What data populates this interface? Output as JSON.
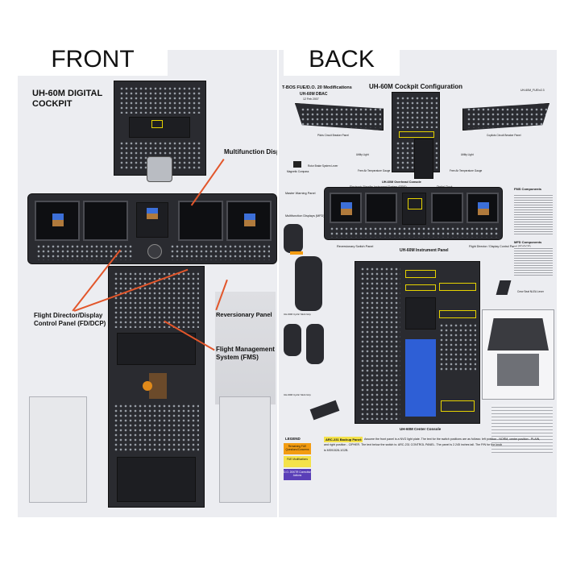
{
  "front": {
    "banner": "FRONT",
    "title_line1": "UH-60M DIGITAL",
    "title_line2": "COCKPIT",
    "labels": {
      "mfd": "Multifunction Displ",
      "fd_dcp_line1": "Flight Director/Display",
      "fd_dcp_line2": "Control Panel (FD/DCP)",
      "reversionary": "Reversionary Panel",
      "fms_line1": "Flight Management",
      "fms_line2": "System (FMS)"
    }
  },
  "back": {
    "banner": "BACK",
    "header_left": "T-BOS FUE/D.O. 20 Modifications",
    "header_sub": "UH-60M DBAC",
    "header_date": "12 Feb 2007",
    "title": "UH-60M Cockpit Configuration",
    "header_right": "UH-60M_FUE/v2.3",
    "captions": {
      "pilot_cb": "Pilots Circuit Breaker Panel",
      "copilot_cb": "Copilots Circuit Breaker Panel",
      "magnetic_compass": "Magnetic Compass",
      "rotor_brake": "Rotor Brake System Lever",
      "utility_light_left": "Utility Light",
      "utility_light_right": "Utility Light",
      "free_air_left": "Free Air Temperature Gauge",
      "free_air_right": "Free Air Temperature Gauge",
      "overhead_console": "UH-60M Overhead Console",
      "esis": "Electronic Standby Instrument System (ESIS)",
      "digital_clock": "Digital Clock",
      "master_warning": "Master Warning Panel",
      "mfd": "Multifunction Displays (MFD)",
      "reversionary_switch": "Reversionary Switch Panel",
      "instrument_panel": "UH-60M Instrument Panel",
      "fd_dcp": "Flight Director / Display Control Panel (FD/DCP)",
      "fms_components": "FMS Components",
      "mfd_components": "MFD Components",
      "collective_grip": "UH-60M Cyclic Stick Grip",
      "cyclic_grip": "UH-60M Cyclic Stick Grip",
      "case_seat": "Crew Seat NLEA Lever",
      "center_console": "UH-60M Center Console"
    },
    "legend": {
      "title": "LEGEND",
      "items": [
        {
          "label": "Remaining FUE Questions/Concerns",
          "color": "#f39c12"
        },
        {
          "label": "FUE Modifications",
          "color": "#f4e24a"
        },
        {
          "label": "D.O. 20/KTR Corrective Actions",
          "color": "#5a3fb8"
        }
      ]
    },
    "note_tag": "ARC-231 Backup Panel:",
    "note_text_1": "Assume the front panel is a NVG light plate. The text for the switch positions are as follows: left position - NORM, center position - PLAIN,",
    "note_text_2": "and right position - CIPHER. The text below the switch is: ARC-231 CONTROL PANEL. The panel is 2.245 inches tall. The P/N for the knob",
    "note_text_3": "is MS91528-1G2B."
  }
}
